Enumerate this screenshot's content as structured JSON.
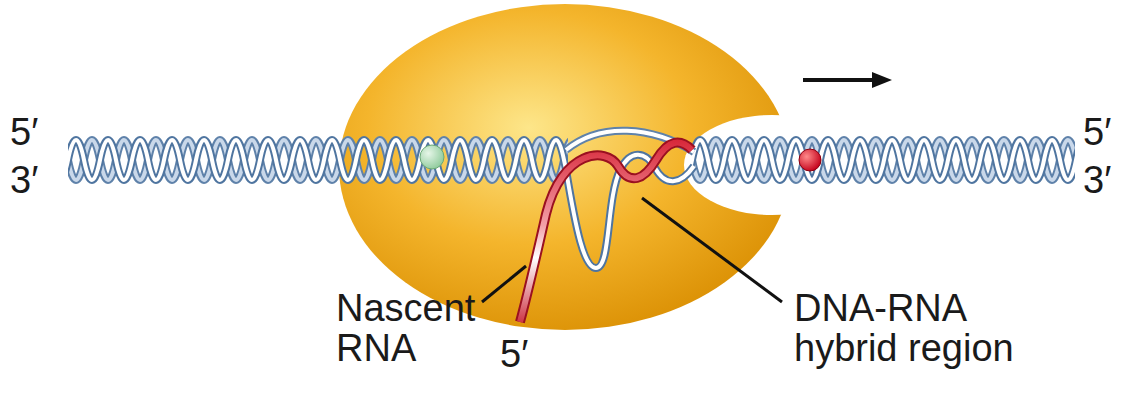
{
  "diagram": {
    "labels": [
      "5′",
      "3′",
      "5′",
      "3′",
      "Nascent RNA",
      "5′",
      "DNA-RNA hybrid region"
    ]
  }
}
